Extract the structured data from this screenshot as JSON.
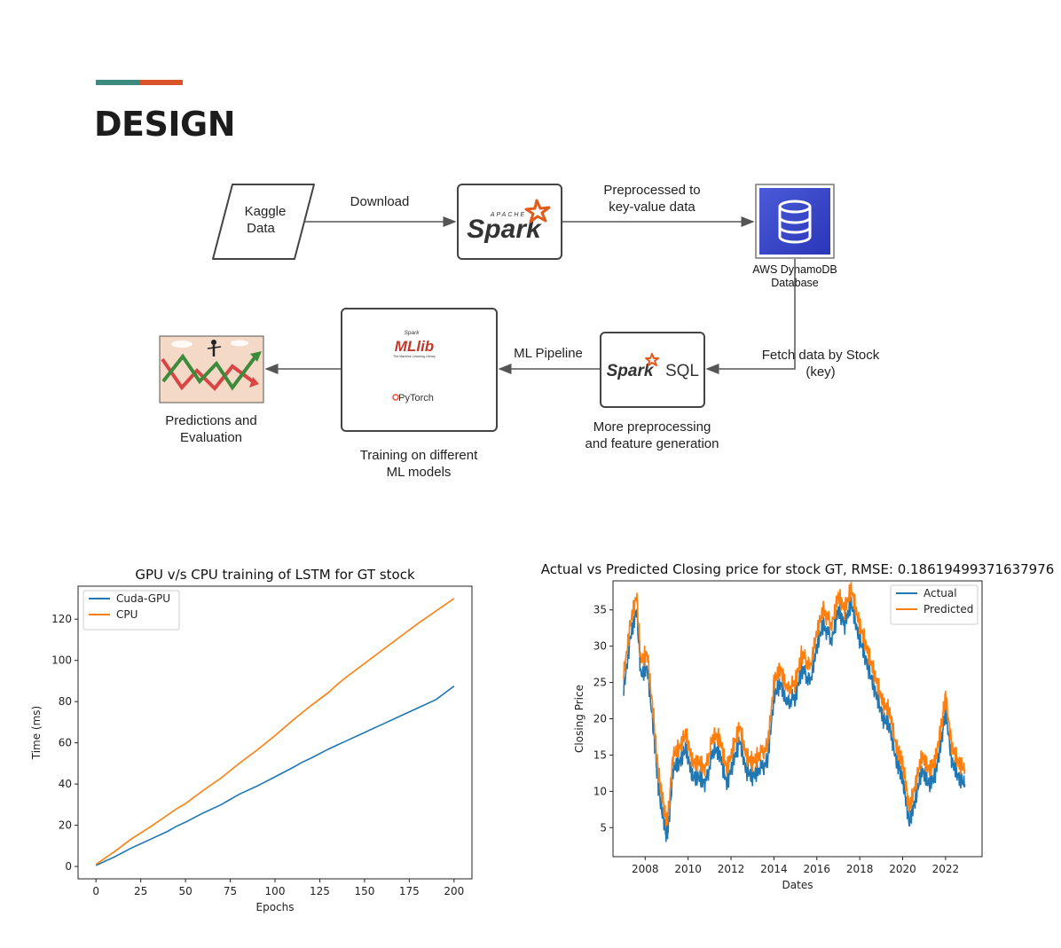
{
  "heading": "DESIGN",
  "colors": {
    "accent_teal": "#3e8a80",
    "accent_orange": "#d9532b",
    "series_blue": "#1f77b4",
    "series_orange": "#ff7f0e"
  },
  "diagram": {
    "kaggle": "Kaggle Data",
    "download": "Download",
    "spark_logo": "Spark",
    "spark_apache": "APACHE",
    "preprocessed_line1": "Preprocessed to",
    "preprocessed_line2": "key-value data",
    "dynamo_line1": "AWS DynamoDB",
    "dynamo_line2": "Database",
    "database_icon": "database-icon",
    "fetch_line1": "Fetch data by Stock",
    "fetch_line2": "(key)",
    "sparksql_spark": "Spark",
    "sparksql_sql": "SQL",
    "more_line1": "More preprocessing",
    "more_line2": "and feature generation",
    "ml_pipeline": "ML Pipeline",
    "mllib_spark": "Spark",
    "mllib": "MLlib",
    "mllib_sub": "The Machine Learning Library",
    "pytorch": "PyTorch",
    "training_line1": "Training on different",
    "training_line2": "ML models",
    "predictions_line1": "Predictions and",
    "predictions_line2": "Evaluation",
    "predictions_image": "stock-trend-illustration"
  },
  "chart_data": [
    {
      "type": "line",
      "title": "GPU v/s CPU training of LSTM for GT stock",
      "xlabel": "Epochs",
      "ylabel": "Time (ms)",
      "xlim": [
        -10,
        210
      ],
      "ylim": [
        -6,
        136
      ],
      "xticks": [
        0,
        25,
        50,
        75,
        100,
        125,
        150,
        175,
        200
      ],
      "yticks": [
        0,
        20,
        40,
        60,
        80,
        100,
        120
      ],
      "legend": "top-left",
      "x": [
        0,
        10,
        20,
        30,
        40,
        45,
        50,
        60,
        70,
        75,
        80,
        90,
        100,
        110,
        115,
        120,
        130,
        135,
        140,
        150,
        160,
        170,
        180,
        190,
        200
      ],
      "series": [
        {
          "name": "Cuda-GPU",
          "values": [
            0.5,
            4.5,
            9,
            13,
            17,
            19.5,
            21.5,
            26,
            30,
            32.5,
            35,
            39,
            43.5,
            48,
            50.5,
            52.5,
            57,
            59,
            61,
            65,
            69,
            73,
            77,
            81,
            87.5
          ]
        },
        {
          "name": "CPU",
          "values": [
            1,
            7,
            13.5,
            19,
            25,
            28,
            30.5,
            37,
            43,
            46.5,
            50,
            56.5,
            63.5,
            71,
            74.5,
            78,
            84.5,
            88.5,
            92,
            98.5,
            105,
            111.5,
            118,
            124,
            130
          ]
        }
      ]
    },
    {
      "type": "line",
      "title": "Actual vs Predicted Closing price for stock GT, RMSE: 0.18619499371637976",
      "xlabel": "Dates",
      "ylabel": "Closing Price",
      "xlim": [
        2006.5,
        2023.7
      ],
      "ylim": [
        1,
        39
      ],
      "xticks": [
        2008,
        2010,
        2012,
        2014,
        2016,
        2018,
        2020,
        2022
      ],
      "yticks": [
        5,
        10,
        15,
        20,
        25,
        30,
        35
      ],
      "legend": "top-right",
      "x": [
        2007.0,
        2007.3,
        2007.6,
        2007.8,
        2008.1,
        2008.4,
        2008.6,
        2008.8,
        2009.0,
        2009.1,
        2009.3,
        2009.6,
        2009.9,
        2010.2,
        2010.5,
        2010.8,
        2011.2,
        2011.5,
        2011.8,
        2012.1,
        2012.4,
        2012.7,
        2013.0,
        2013.3,
        2013.7,
        2014.0,
        2014.3,
        2014.6,
        2015.0,
        2015.3,
        2015.7,
        2016.0,
        2016.3,
        2016.7,
        2017.0,
        2017.3,
        2017.6,
        2017.9,
        2018.2,
        2018.5,
        2018.8,
        2019.1,
        2019.4,
        2019.7,
        2019.9,
        2020.1,
        2020.3,
        2020.6,
        2020.9,
        2021.2,
        2021.5,
        2021.8,
        2022.0,
        2022.3,
        2022.6,
        2022.9
      ],
      "series": [
        {
          "name": "Actual",
          "values": [
            24,
            31,
            35,
            26,
            27,
            18,
            11,
            7,
            4,
            5.5,
            13,
            14,
            16,
            12,
            12,
            11,
            16,
            15,
            11,
            14,
            17,
            13,
            12,
            13,
            14,
            23,
            25,
            22,
            23,
            27,
            25,
            30,
            33,
            31,
            35,
            33,
            36,
            32,
            29,
            26,
            23,
            20,
            19,
            14,
            13,
            10,
            5.5,
            9,
            13,
            11,
            12,
            17,
            21,
            14,
            12,
            11
          ]
        },
        {
          "name": "Predicted",
          "values": [
            26,
            33,
            37,
            28,
            29,
            20,
            13,
            9,
            6,
            7.5,
            15,
            16,
            18,
            14,
            14,
            13,
            18,
            17,
            13,
            16,
            19,
            15,
            14,
            15,
            16,
            25,
            27,
            24,
            25,
            29,
            27,
            32,
            35,
            33,
            37,
            35,
            38,
            34,
            31,
            28,
            25,
            22,
            21,
            16,
            15,
            12,
            7.5,
            11,
            15,
            13,
            14,
            19,
            23,
            16,
            14,
            13
          ]
        }
      ]
    }
  ]
}
